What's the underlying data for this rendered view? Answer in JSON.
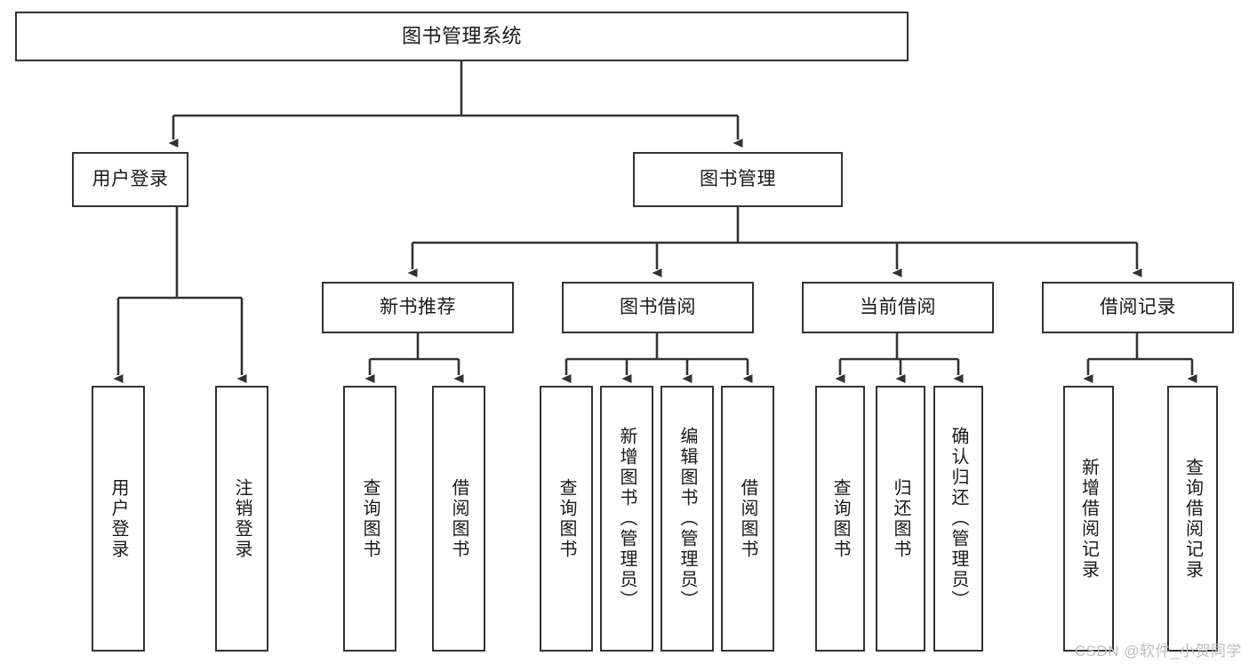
{
  "diagram": {
    "type": "tree-hierarchy",
    "title": "图书管理系统",
    "orientation": "top-down",
    "colors": {
      "node_border": "#333333",
      "node_fill": "#ffffff",
      "edge": "#333333",
      "text": "#1a1a1a",
      "watermark": "#bdbdbd",
      "background": "#ffffff"
    },
    "root": {
      "label": "图书管理系统"
    },
    "level2": [
      {
        "label": "用户登录"
      },
      {
        "label": "图书管理"
      }
    ],
    "level3": [
      {
        "label": "新书推荐"
      },
      {
        "label": "图书借阅"
      },
      {
        "label": "当前借阅"
      },
      {
        "label": "借阅记录"
      }
    ],
    "leaves": {
      "user_login": [
        {
          "label": "用户登录"
        },
        {
          "label": "注销登录"
        }
      ],
      "new_book_recommend": [
        {
          "label": "查询图书"
        },
        {
          "label": "借阅图书"
        }
      ],
      "book_borrow": [
        {
          "label": "查询图书"
        },
        {
          "label": "新增图书（管理员）"
        },
        {
          "label": "编辑图书（管理员）"
        },
        {
          "label": "借阅图书"
        }
      ],
      "current_borrow": [
        {
          "label": "查询图书"
        },
        {
          "label": "归还图书"
        },
        {
          "label": "确认归还（管理员）"
        }
      ],
      "borrow_record": [
        {
          "label": "新增借阅记录"
        },
        {
          "label": "查询借阅记录"
        }
      ]
    }
  },
  "watermark": {
    "text": "CSDN @软件_小贺同学"
  }
}
